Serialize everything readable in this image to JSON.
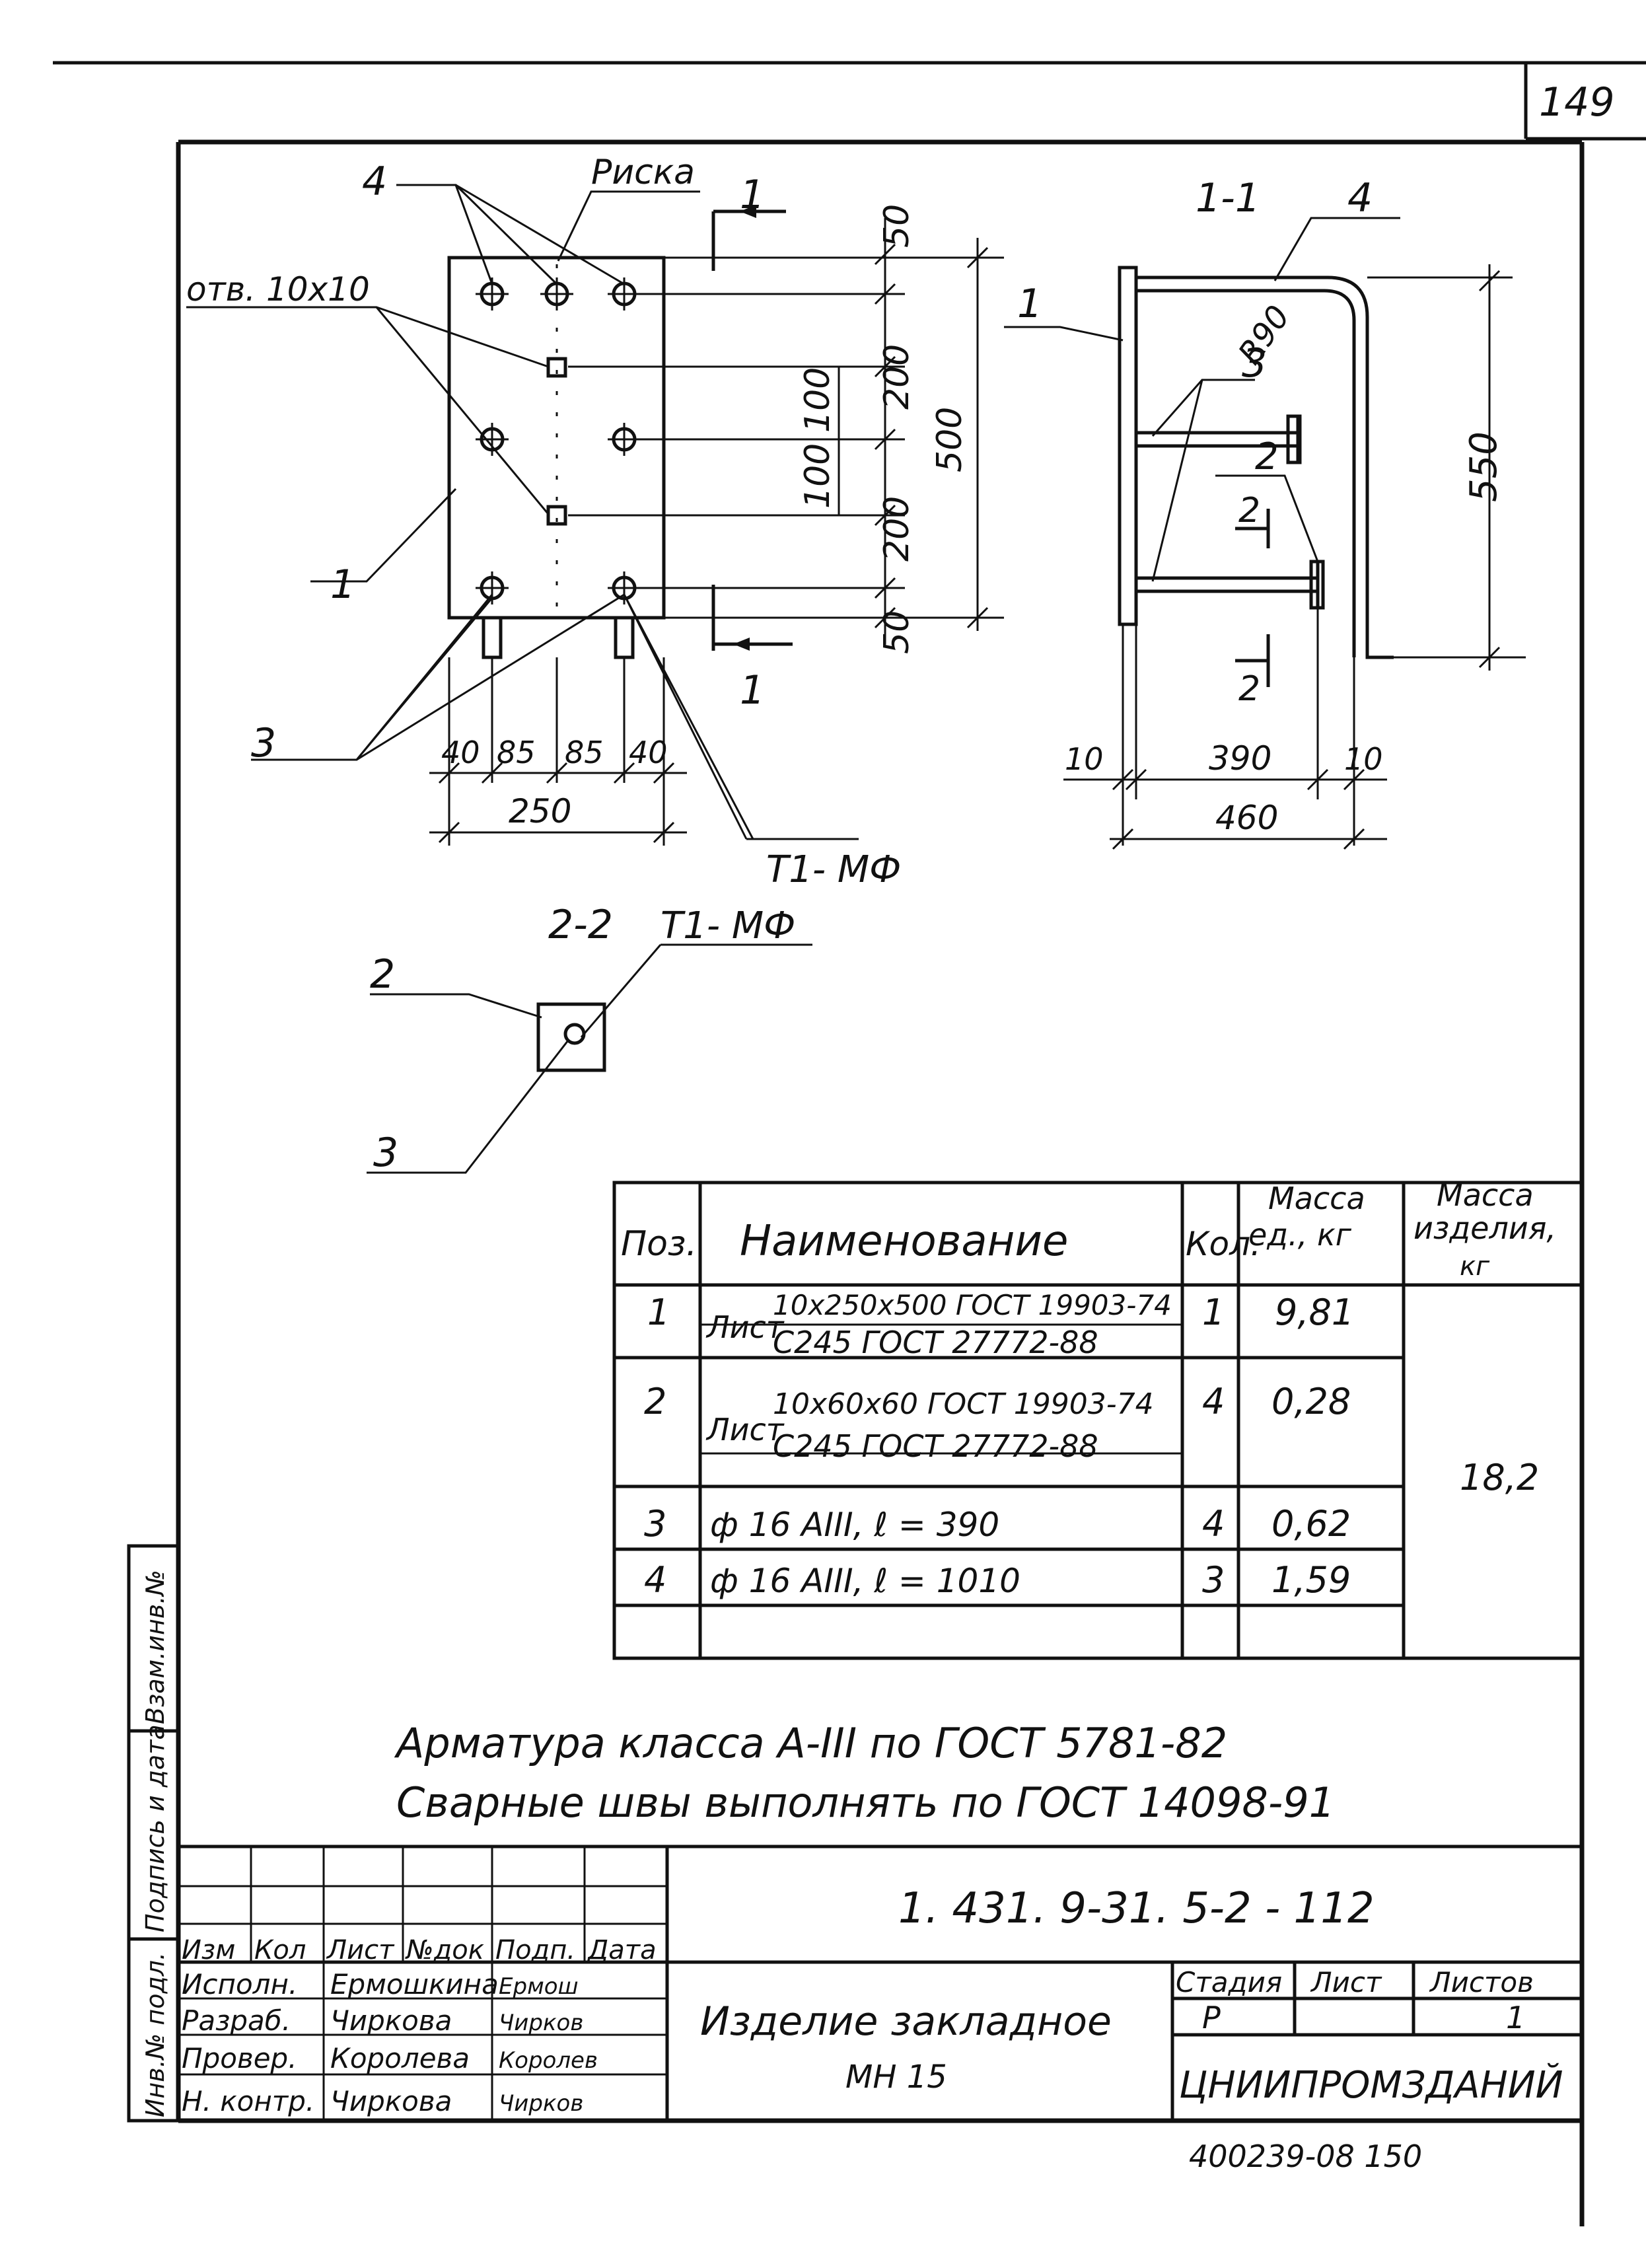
{
  "sheet_number": "149",
  "drawing": {
    "plan": {
      "label_riska": "Риска",
      "label_hole": "отв. 10х10",
      "callout_1": "1",
      "callout_3": "3",
      "callout_4": "4",
      "section_mark_top": "1",
      "section_mark_bottom": "1",
      "dim_50_top": "50",
      "dim_200_a": "200",
      "dim_100_a": "100",
      "dim_100_b": "100",
      "dim_200_b": "200",
      "dim_500": "500",
      "dim_50_bottom": "50",
      "dim_40_left": "40",
      "dim_85_a": "85",
      "dim_85_b": "85",
      "dim_40_right": "40",
      "dim_250": "250",
      "weld_mark": "Т1- МФ"
    },
    "section_1": {
      "title": "1-1",
      "callout_1": "1",
      "callout_2": "2",
      "callout_3": "3",
      "callout_4": "4",
      "radius": "R90",
      "dim_550": "550",
      "dim_10_left": "10",
      "dim_390": "390",
      "dim_10_right": "10",
      "dim_460": "460",
      "cut_mark_top": "2",
      "cut_mark_bottom": "2"
    },
    "section_2": {
      "title": "2-2",
      "weld_mark": "Т1- МФ",
      "callout_2": "2",
      "callout_3": "3"
    }
  },
  "spec_table": {
    "headers": {
      "pos": "Поз.",
      "name": "Наименование",
      "qty": "Кол.",
      "mass_unit": [
        "Масса",
        "ед., кг"
      ],
      "mass_total": [
        "Масса",
        "изделия,",
        "кг"
      ]
    },
    "rows": [
      {
        "pos": "1",
        "name_prefix": "Лист",
        "name_top": "10х250х500 ГОСТ 19903-74",
        "name_bottom": "С245 ГОСТ 27772-88",
        "qty": "1",
        "mass": "9,81"
      },
      {
        "pos": "2",
        "name_prefix": "Лист",
        "name_top": "10х60х60 ГОСТ 19903-74",
        "name_bottom": "С245 ГОСТ 27772-88",
        "qty": "4",
        "mass": "0,28"
      },
      {
        "pos": "3",
        "name": "ф 16 АIII,  ℓ = 390",
        "qty": "4",
        "mass": "0,62"
      },
      {
        "pos": "4",
        "name": "ф 16 АIII,  ℓ = 1010",
        "qty": "3",
        "mass": "1,59"
      }
    ],
    "total_mass": "18,2"
  },
  "notes": [
    "Арматура класса А-III по ГОСТ 5781-82",
    "Сварные швы выполнять по ГОСТ 14098-91"
  ],
  "margin_stamp": {
    "cells": [
      "Инв.№ подл.",
      "Подпись и дата",
      "Взам.инв.№"
    ]
  },
  "title_block": {
    "doc_code": "1. 431. 9-31. 5-2 - 112",
    "headers": [
      "Изм",
      "Кол",
      "Лист",
      "№док",
      "Подп.",
      "Дата"
    ],
    "roles": [
      {
        "role": "Исполн.",
        "name": "Ермошкина",
        "sign": "Ермош"
      },
      {
        "role": "Разраб.",
        "name": "Чиркова",
        "sign": "Чирков"
      },
      {
        "role": "Провер.",
        "name": "Королева",
        "sign": "Королев"
      },
      {
        "role": "Н. контр.",
        "name": "Чиркова",
        "sign": "Чирков"
      }
    ],
    "title_line1": "Изделие закладное",
    "title_line2": "МН 15",
    "stage_header": "Стадия",
    "sheet_header": "Лист",
    "sheets_header": "Листов",
    "stage": "Р",
    "sheet": "",
    "sheets": "1",
    "organization": "ЦНИИПРОМЗДАНИЙ"
  },
  "footer_ref": "400239-08   150"
}
